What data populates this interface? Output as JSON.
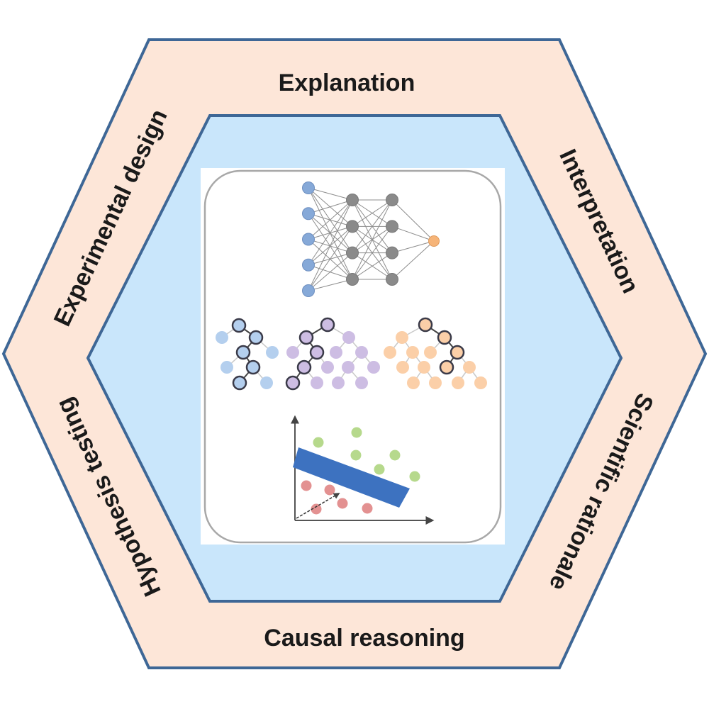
{
  "diagram": {
    "title": "Explainable AI framework hexagon",
    "colors": {
      "outer_fill": "#fde6d8",
      "inner_fill": "#c9e6fb",
      "border": "#3e6796",
      "panel_fill": "#ffffff",
      "panel_border": "#a8a8a8",
      "nn_input": "#86a9d8",
      "nn_hidden": "#8a8a8a",
      "nn_output": "#f6b478",
      "tree_blue": "#b4cfee",
      "tree_purple": "#cdbde3",
      "tree_orange": "#fbcfa8",
      "svm_band": "#3d72c0",
      "svm_green": "#b6d98c",
      "svm_red": "#e39191"
    },
    "edge_labels": {
      "top": "Explanation",
      "top_right": "Interpretation",
      "bottom_right": "Scientific rationale",
      "bottom": "Causal reasoning",
      "bottom_left": "Hypothesis testing",
      "top_left": "Experimental design"
    },
    "panel": {
      "neural_network": {
        "layers": [
          5,
          4,
          4,
          1
        ],
        "layer_roles": [
          "input",
          "hidden",
          "hidden",
          "output"
        ]
      },
      "decision_trees": [
        {
          "color": "blue",
          "nodes": [
            {
              "id": 0,
              "parent": null,
              "highlight": true
            },
            {
              "id": 1,
              "parent": 0,
              "highlight": false
            },
            {
              "id": 2,
              "parent": 0,
              "highlight": true
            },
            {
              "id": 3,
              "parent": 2,
              "highlight": true
            },
            {
              "id": 4,
              "parent": 2,
              "highlight": false
            },
            {
              "id": 5,
              "parent": 3,
              "highlight": false
            },
            {
              "id": 6,
              "parent": 3,
              "highlight": true
            },
            {
              "id": 7,
              "parent": 6,
              "highlight": true
            },
            {
              "id": 8,
              "parent": 6,
              "highlight": false
            }
          ]
        },
        {
          "color": "purple",
          "nodes": [
            {
              "id": 0,
              "parent": null,
              "highlight": true
            },
            {
              "id": 1,
              "parent": 0,
              "highlight": true
            },
            {
              "id": 2,
              "parent": 0,
              "highlight": false
            },
            {
              "id": 3,
              "parent": 1,
              "highlight": false
            },
            {
              "id": 4,
              "parent": 1,
              "highlight": true
            },
            {
              "id": 5,
              "parent": 2,
              "highlight": false
            },
            {
              "id": 6,
              "parent": 2,
              "highlight": false
            },
            {
              "id": 7,
              "parent": 4,
              "highlight": true
            },
            {
              "id": 8,
              "parent": 4,
              "highlight": false
            },
            {
              "id": 9,
              "parent": 6,
              "highlight": false
            },
            {
              "id": 10,
              "parent": 6,
              "highlight": false
            },
            {
              "id": 11,
              "parent": 7,
              "highlight": true
            },
            {
              "id": 12,
              "parent": 7,
              "highlight": false
            },
            {
              "id": 13,
              "parent": 9,
              "highlight": false
            },
            {
              "id": 14,
              "parent": 9,
              "highlight": false
            }
          ]
        },
        {
          "color": "orange",
          "nodes": [
            {
              "id": 0,
              "parent": null,
              "highlight": true
            },
            {
              "id": 1,
              "parent": 0,
              "highlight": false
            },
            {
              "id": 2,
              "parent": 0,
              "highlight": true
            },
            {
              "id": 3,
              "parent": 1,
              "highlight": false
            },
            {
              "id": 4,
              "parent": 1,
              "highlight": false
            },
            {
              "id": 5,
              "parent": 2,
              "highlight": false
            },
            {
              "id": 6,
              "parent": 2,
              "highlight": true
            },
            {
              "id": 7,
              "parent": 4,
              "highlight": false
            },
            {
              "id": 8,
              "parent": 4,
              "highlight": false
            },
            {
              "id": 9,
              "parent": 6,
              "highlight": true
            },
            {
              "id": 10,
              "parent": 6,
              "highlight": false
            },
            {
              "id": 11,
              "parent": 8,
              "highlight": false
            },
            {
              "id": 12,
              "parent": 8,
              "highlight": false
            },
            {
              "id": 13,
              "parent": 10,
              "highlight": false
            },
            {
              "id": 14,
              "parent": 10,
              "highlight": false
            }
          ]
        }
      ],
      "svm": {
        "green_points": 6,
        "red_points": 5,
        "separator": "band"
      }
    }
  }
}
